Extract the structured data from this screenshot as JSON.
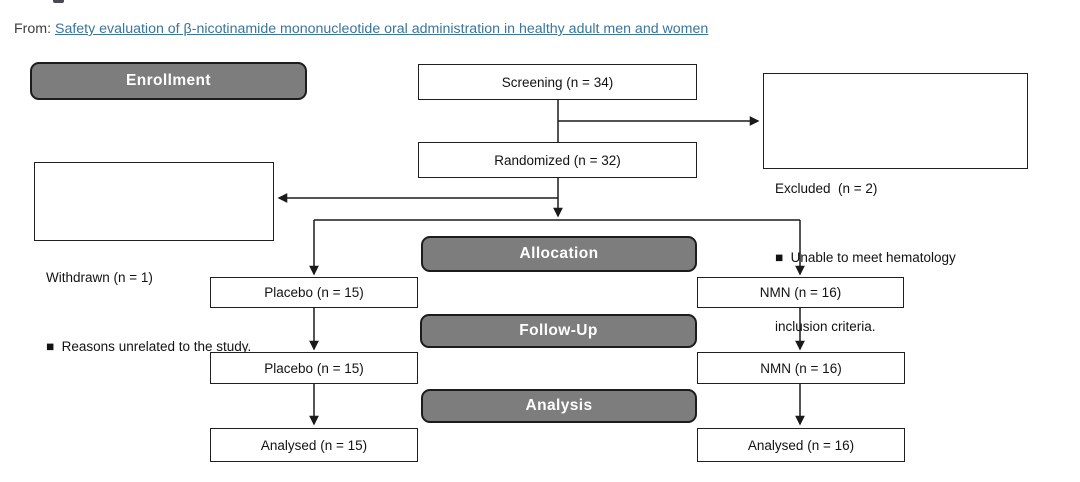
{
  "header": {
    "from_label": "From:",
    "article_link": "Safety evaluation of β-nicotinamide mononucleotide oral administration in healthy adult men and women"
  },
  "colors": {
    "stage-fill": "#7d7d7d",
    "stage-border": "#1c1c1c",
    "stage-text": "#ffffff",
    "box-border": "#1f1f1f",
    "box-text": "#121212",
    "line": "#1a1a1a",
    "link": "#38759f",
    "muted-text": "#3d3d3d"
  },
  "flowchart": {
    "stages": {
      "enrollment": "Enrollment",
      "allocation": "Allocation",
      "followup": "Follow-Up",
      "analysis": "Analysis"
    },
    "boxes": {
      "screening": "Screening (n = 34)",
      "randomized": "Randomized (n = 32)",
      "excluded": {
        "title": "Excluded  (n = 2)",
        "line1": "■  Unable to meet hematology",
        "line2": "inclusion criteria."
      },
      "withdrawn": {
        "title": "Withdrawn (n = 1)",
        "line1": "■  Reasons unrelated to the study."
      },
      "placebo_allocation": "Placebo (n = 15)",
      "nmn_allocation": "NMN (n = 16)",
      "placebo_followup": "Placebo (n = 15)",
      "nmn_followup": "NMN (n = 16)",
      "analysed_placebo": "Analysed (n = 15)",
      "analysed_nmn": "Analysed (n = 16)"
    }
  }
}
